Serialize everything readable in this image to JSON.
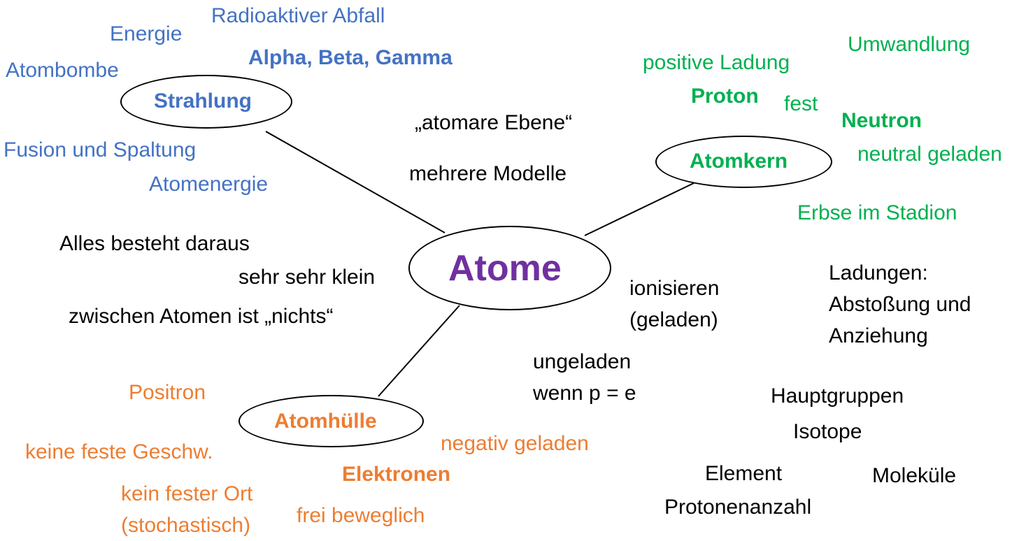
{
  "center": {
    "label": "Atome",
    "color": "#7030A0"
  },
  "branches": {
    "strahlung": {
      "label": "Strahlung",
      "color": "#4472C4",
      "items": [
        "Radioaktiver Abfall",
        "Energie",
        "Alpha, Beta, Gamma",
        "Atombombe",
        "Fusion und Spaltung",
        "Atomenergie"
      ]
    },
    "atomkern": {
      "label": "Atomkern",
      "color": "#00B050",
      "items": [
        "Umwandlung",
        "positive Ladung",
        "Proton",
        "fest",
        "Neutron",
        "neutral geladen",
        "Erbse im Stadion"
      ]
    },
    "atomhuelle": {
      "label": "Atomhülle",
      "color": "#ED7D31",
      "items": [
        "Positron",
        "keine feste Geschw.",
        "negativ geladen",
        "Elektronen",
        "kein fester Ort\n(stochastisch)",
        "frei beweglich"
      ]
    }
  },
  "general": {
    "color": "#000000",
    "items": [
      "„atomare Ebene“",
      "mehrere Modelle",
      "Alles besteht daraus",
      "sehr sehr klein",
      "zwischen Atomen ist „nichts“",
      "ionisieren\n(geladen)",
      "Ladungen:\nAbstoßung und\nAnziehung",
      "ungeladen\nwenn p = e",
      "Hauptgruppen",
      "Isotope",
      "Element",
      "Moleküle",
      "Protonenanzahl"
    ]
  }
}
